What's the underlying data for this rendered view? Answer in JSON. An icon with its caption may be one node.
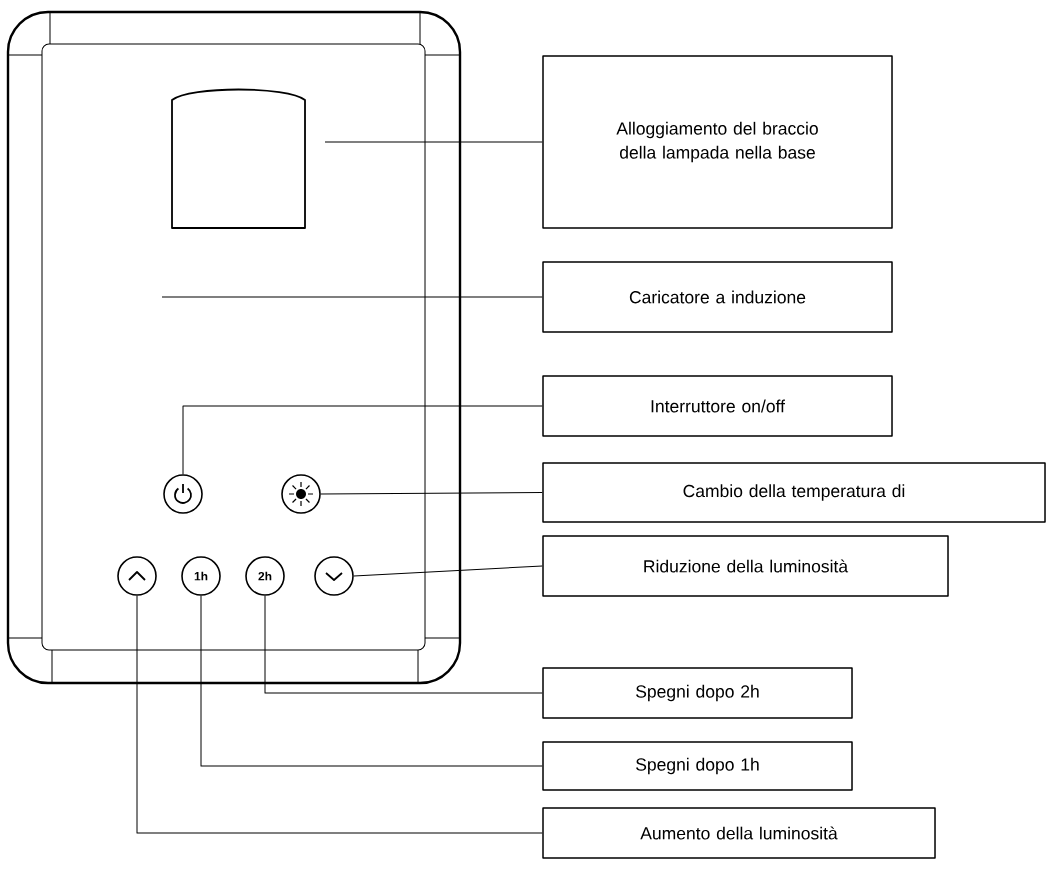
{
  "diagram": {
    "nodes": [
      {
        "text": [
          "Alloggiamento del braccio della lampada nella base"
        ]
      },
      {
        "text": [
          "Caricatore a induzione"
        ]
      },
      {
        "text": [],
        "shape": "circle"
      },
      {
        "text": [],
        "shape": "circle"
      },
      {
        "text": [
          "Interruttore on/off"
        ]
      },
      {
        "text": [
          "Cambio della temperatura di"
        ]
      },
      {
        "text": [],
        "shape": "circle"
      },
      {
        "text": [
          "1h"
        ]
      },
      {
        "text": [
          "2h"
        ]
      },
      {
        "text": [],
        "shape": "circle"
      },
      {
        "text": [
          "Riduzione della luminosità"
        ]
      },
      {
        "text": [
          "Spegni dopo 2h"
        ]
      },
      {
        "text": [
          "Spegni dopo 1h"
        ]
      },
      {
        "text": [
          "Aumento della luminosità"
        ]
      }
    ],
    "edges": [
      {
        "from": 0,
        "to": null,
        "arrow": "none"
      },
      {
        "from": 1,
        "to": null,
        "arrow": "none"
      },
      {
        "from": 4,
        "to": 2,
        "arrow": "none"
      },
      {
        "from": 5,
        "to": 3,
        "arrow": "none"
      },
      {
        "from": 10,
        "to": 9,
        "arrow": "none"
      },
      {
        "from": 11,
        "to": 8,
        "arrow": "none"
      },
      {
        "from": 12,
        "to": 7,
        "arrow": "none"
      },
      {
        "from": 13,
        "to": 6,
        "arrow": "none"
      }
    ]
  }
}
